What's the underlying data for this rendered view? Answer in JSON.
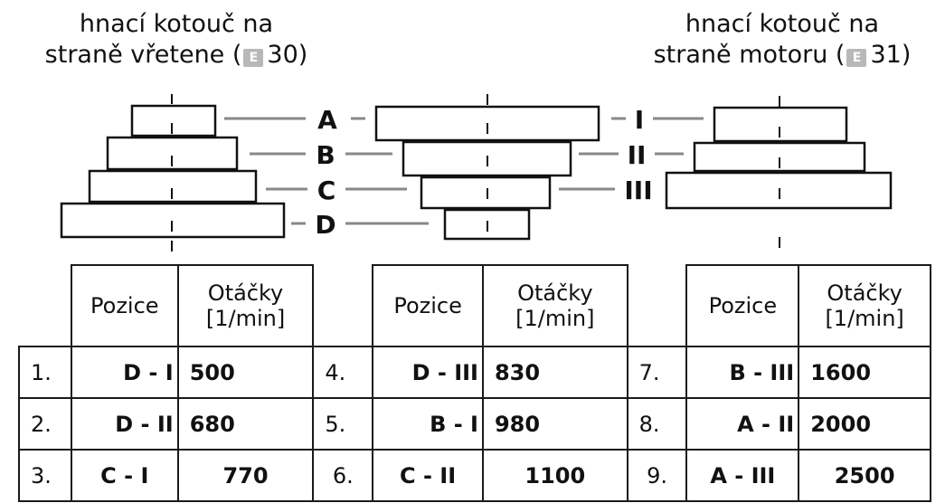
{
  "captions": {
    "left": {
      "line1": "hnací kotouč na",
      "line2_pre": "straně vřetene (",
      "icon": "E",
      "ref": "30)"
    },
    "right": {
      "line1": "hnací kotouč na",
      "line2_pre": "straně motoru (",
      "icon": "E",
      "ref": "31)"
    }
  },
  "labels_left": [
    "A",
    "B",
    "C",
    "D"
  ],
  "labels_right": [
    "I",
    "II",
    "III"
  ],
  "table": {
    "headers": [
      "Pozice",
      "Otáčky",
      "[1/min]",
      "Pozice",
      "Otáčky",
      "[1/min]",
      "Pozice",
      "Otáčky",
      "[1/min]"
    ],
    "row1": {
      "n1": "1.",
      "p1": "D - I",
      "v1": "500",
      "n2": "4.",
      "p2": "D - III",
      "v2": "830",
      "n3": "7.",
      "p3": "B - III",
      "v3": "1600"
    },
    "row2": {
      "n1": "2.",
      "p1": "D - II",
      "v2_label": "680",
      "n2": "5.",
      "p2": "B - I",
      "v2": "980",
      "n3": "8.",
      "p3": "A - II",
      "v3": "2000"
    },
    "row3": {
      "n1": "3.",
      "p1": "C - I",
      "v1": "770",
      "n2": "6.",
      "p2": "C - II",
      "v2": "1100",
      "n3": "9.",
      "p3": "A - III",
      "v3": "2500"
    }
  }
}
